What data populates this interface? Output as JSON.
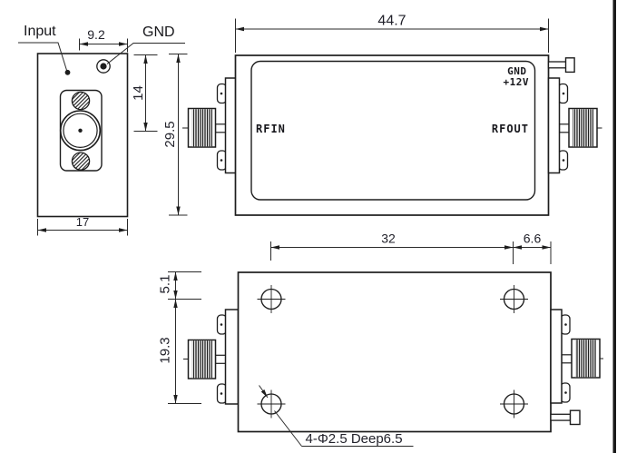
{
  "labels": {
    "input": "Input",
    "gnd": "GND"
  },
  "dims": {
    "connector_offset": "9.2",
    "gnd_to_center": "14",
    "body_height": "29.5",
    "side_width": "17",
    "body_length": "44.7",
    "hole_span_x": "32",
    "hole_to_edge_x": "6.6",
    "hole_to_edge_y": "5.1",
    "hole_span_y": "19.3"
  },
  "front": {
    "rf_in": "RFIN",
    "rf_out": "RFOUT",
    "gnd": "GND",
    "supply": "+12V"
  },
  "bottom": {
    "hole_note": "4-Φ2.5 Deep6.5"
  },
  "colors": {
    "line": "#1d1d1d",
    "dimension_text": "#22222b",
    "background": "#ffffff",
    "right_border": "#1a1a1a"
  }
}
